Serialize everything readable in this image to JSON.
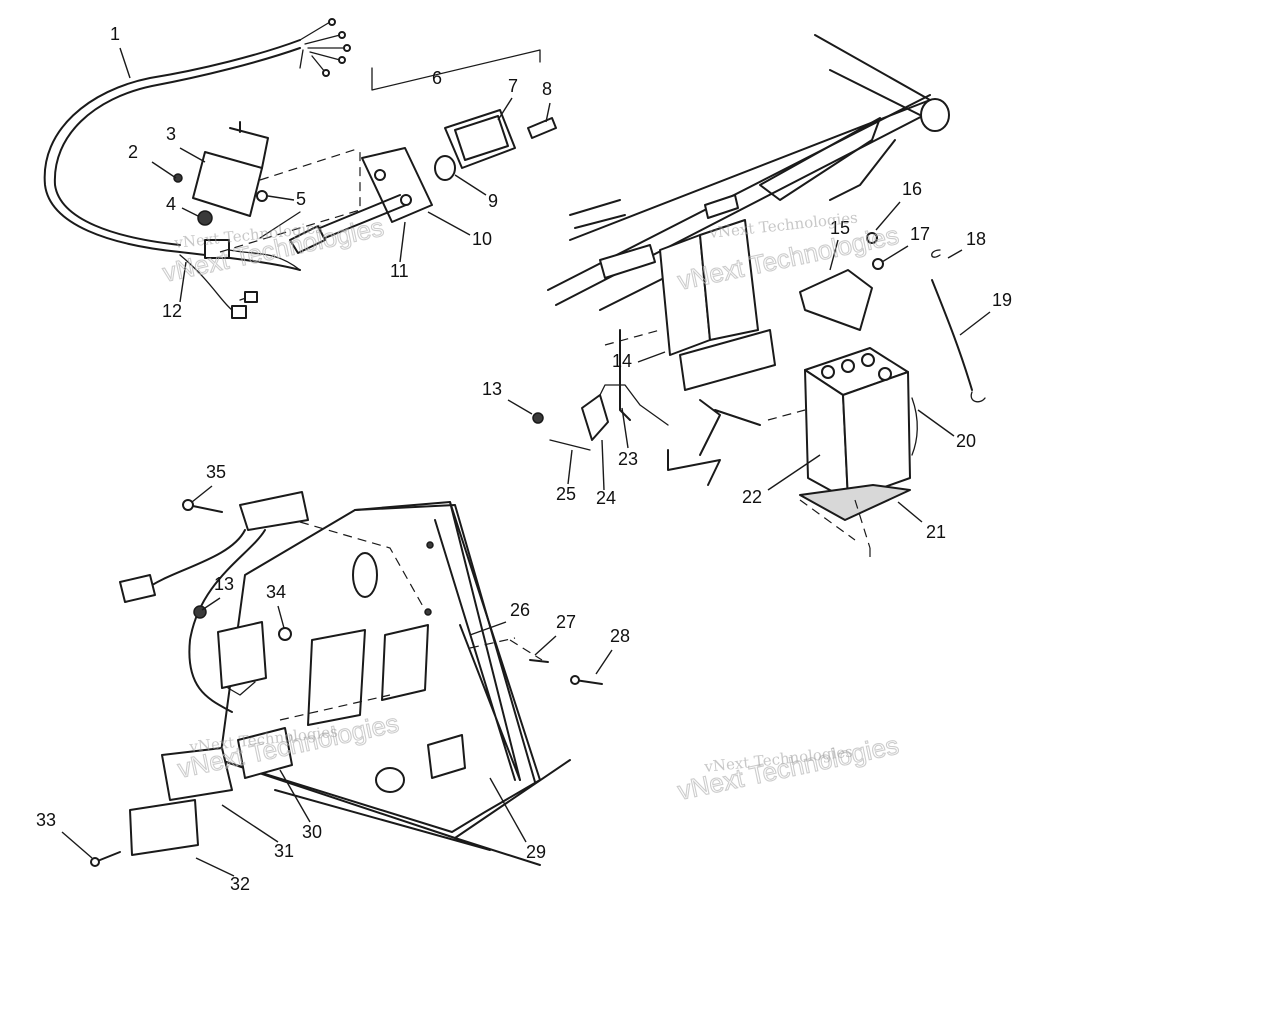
{
  "diagram": {
    "callouts": [
      {
        "id": "c1",
        "label": "1"
      },
      {
        "id": "c2",
        "label": "2"
      },
      {
        "id": "c3",
        "label": "3"
      },
      {
        "id": "c4",
        "label": "4"
      },
      {
        "id": "c5",
        "label": "5"
      },
      {
        "id": "c6",
        "label": "6"
      },
      {
        "id": "c7",
        "label": "7"
      },
      {
        "id": "c8",
        "label": "8"
      },
      {
        "id": "c9",
        "label": "9"
      },
      {
        "id": "c10",
        "label": "10"
      },
      {
        "id": "c11",
        "label": "11"
      },
      {
        "id": "c12",
        "label": "12"
      },
      {
        "id": "c13a",
        "label": "13"
      },
      {
        "id": "c14",
        "label": "14"
      },
      {
        "id": "c15",
        "label": "15"
      },
      {
        "id": "c16",
        "label": "16"
      },
      {
        "id": "c17",
        "label": "17"
      },
      {
        "id": "c18",
        "label": "18"
      },
      {
        "id": "c19",
        "label": "19"
      },
      {
        "id": "c20",
        "label": "20"
      },
      {
        "id": "c21",
        "label": "21"
      },
      {
        "id": "c22",
        "label": "22"
      },
      {
        "id": "c23",
        "label": "23"
      },
      {
        "id": "c24",
        "label": "24"
      },
      {
        "id": "c25",
        "label": "25"
      },
      {
        "id": "c26",
        "label": "26"
      },
      {
        "id": "c27",
        "label": "27"
      },
      {
        "id": "c28",
        "label": "28"
      },
      {
        "id": "c29",
        "label": "29"
      },
      {
        "id": "c30",
        "label": "30"
      },
      {
        "id": "c31",
        "label": "31"
      },
      {
        "id": "c32",
        "label": "32"
      },
      {
        "id": "c33",
        "label": "33"
      },
      {
        "id": "c13b",
        "label": "13"
      },
      {
        "id": "c34",
        "label": "34"
      },
      {
        "id": "c35",
        "label": "35"
      }
    ],
    "watermark": {
      "small": "vNext Technologies",
      "big": "vNext Technologies"
    }
  }
}
